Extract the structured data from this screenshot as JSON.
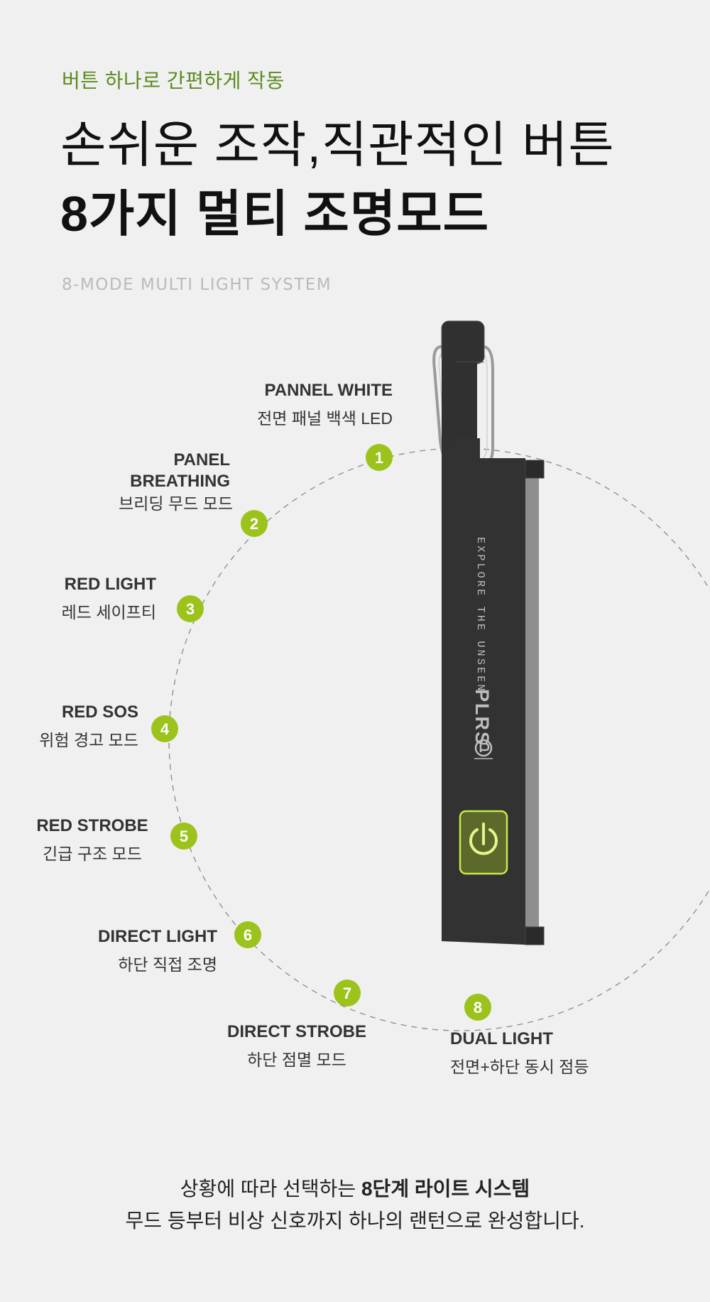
{
  "header": {
    "eyebrow": "버튼 하나로 간편하게 작동",
    "title_line1": "손쉬운 조작,직관적인 버튼",
    "title_line2": "8가지 멀티 조명모드",
    "subtitle": "8-MODE MULTI LIGHT SYSTEM"
  },
  "device": {
    "tagline": "EXPLORE THE UNSEEN",
    "brand": "PLRS",
    "button_icon": "power-icon",
    "colors": {
      "body": "#333333",
      "panel": "#8c8c8c",
      "button": "#5c6a2a",
      "button_ring": "#c8e644"
    }
  },
  "accent_color": "#9bc31c",
  "modes": [
    {
      "number": "1",
      "name": "PANNEL WHITE",
      "desc": "전면 패널 백색 LED"
    },
    {
      "number": "2",
      "name": "PANEL\nBREATHING",
      "desc": "브리딩 무드 모드"
    },
    {
      "number": "3",
      "name": "RED LIGHT",
      "desc": "레드 세이프티"
    },
    {
      "number": "4",
      "name": "RED SOS",
      "desc": "위험 경고 모드"
    },
    {
      "number": "5",
      "name": "RED STROBE",
      "desc": "긴급 구조 모드"
    },
    {
      "number": "6",
      "name": "DIRECT LIGHT",
      "desc": "하단 직접 조명"
    },
    {
      "number": "7",
      "name": "DIRECT STROBE",
      "desc": "하단 점멸 모드"
    },
    {
      "number": "8",
      "name": "DUAL LIGHT",
      "desc": "전면+하단 동시 점등"
    }
  ],
  "footer": {
    "line1_prefix": "상황에 따라 선택하는 ",
    "line1_bold": "8단계 라이트 시스템",
    "line2": "무드 등부터 비상 신호까지 하나의 랜턴으로 완성합니다."
  }
}
